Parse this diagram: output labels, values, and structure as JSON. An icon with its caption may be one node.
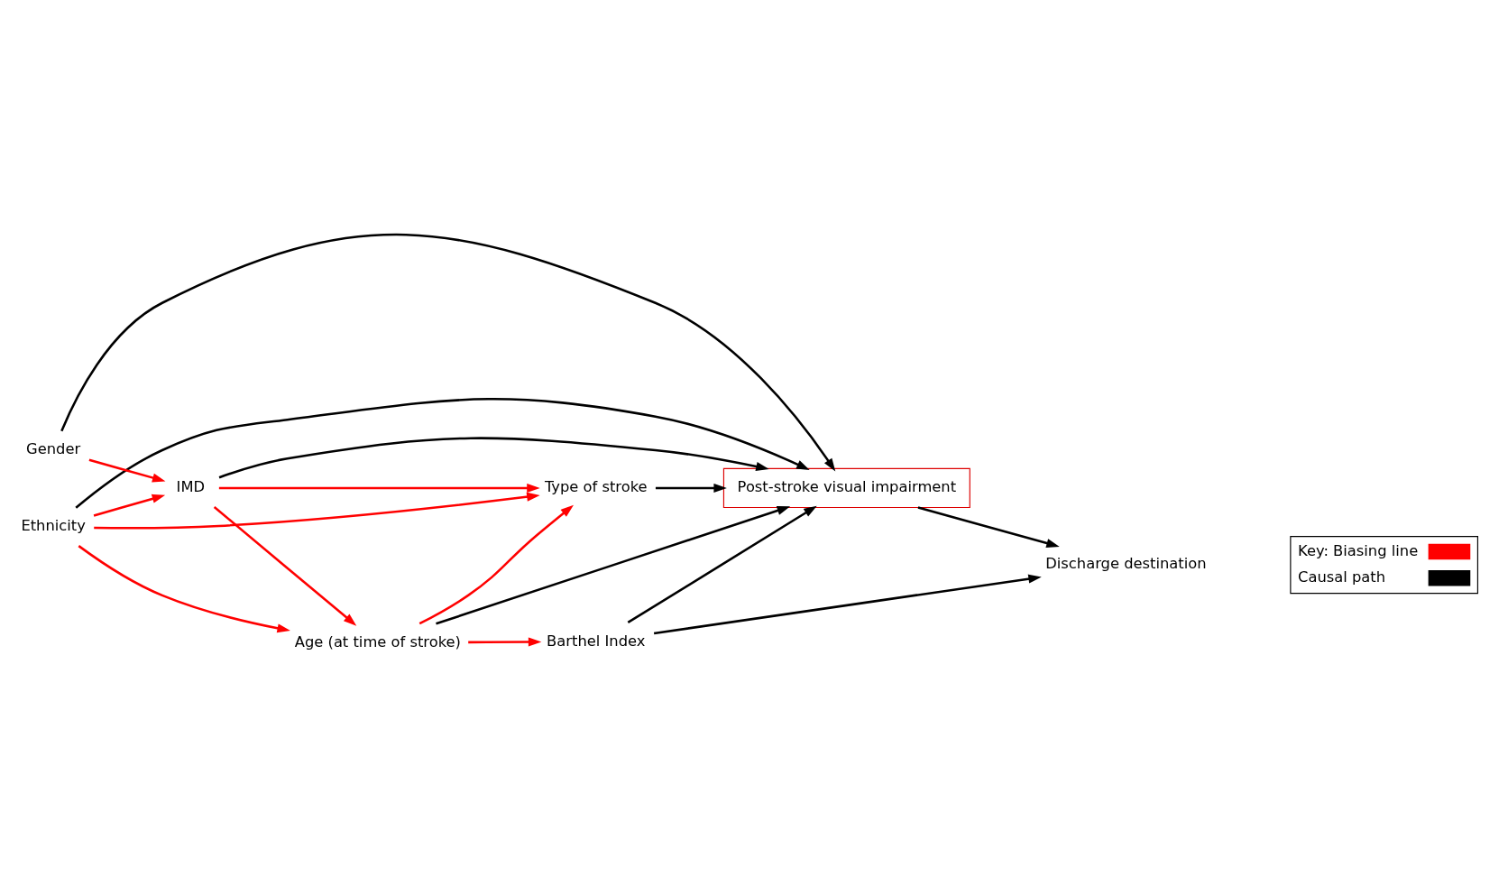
{
  "diagram": {
    "nodes": [
      {
        "text": [
          "Ethnicity"
        ]
      },
      {
        "text": [
          "Gender"
        ]
      },
      {
        "text": [
          "IMD"
        ]
      },
      {
        "text": [
          "Type of stroke"
        ]
      },
      {
        "text": [
          "Post-stroke visual impairment"
        ]
      },
      {
        "text": [
          "Discharge destination"
        ]
      },
      {
        "text": [
          "Age (at time of stroke)"
        ]
      },
      {
        "text": [
          "Barthel Index"
        ]
      }
    ],
    "edges": [
      {
        "from": 0,
        "to": 4,
        "arrow": "to"
      },
      {
        "from": 0,
        "to": 2,
        "arrow": "to",
        "color": "#ff0000"
      },
      {
        "from": 0,
        "to": 3,
        "arrow": "to",
        "color": "#ff0000"
      },
      {
        "from": 0,
        "to": 6,
        "arrow": "to",
        "color": "#ff0000"
      },
      {
        "from": 1,
        "to": 4,
        "arrow": "to"
      },
      {
        "from": 1,
        "to": 2,
        "arrow": "to",
        "color": "#ff0000"
      },
      {
        "from": 2,
        "to": 4,
        "arrow": "to"
      },
      {
        "from": 2,
        "to": 3,
        "arrow": "to",
        "color": "#ff0000"
      },
      {
        "from": 2,
        "to": 6,
        "arrow": "to",
        "color": "#ff0000"
      },
      {
        "from": 3,
        "to": 4,
        "arrow": "to"
      },
      {
        "from": 4,
        "to": 5,
        "arrow": "to"
      },
      {
        "from": 6,
        "to": 3,
        "arrow": "to",
        "color": "#ff0000"
      },
      {
        "from": 6,
        "to": 4,
        "arrow": "to"
      },
      {
        "from": 6,
        "to": 7,
        "arrow": "to",
        "color": "#ff0000"
      },
      {
        "from": 7,
        "to": 4,
        "arrow": "to"
      },
      {
        "from": 7,
        "to": 5,
        "arrow": "to"
      }
    ],
    "legend": [
      {
        "text": "Key: Biasing line"
      },
      {
        "text": "Causal path"
      }
    ]
  }
}
